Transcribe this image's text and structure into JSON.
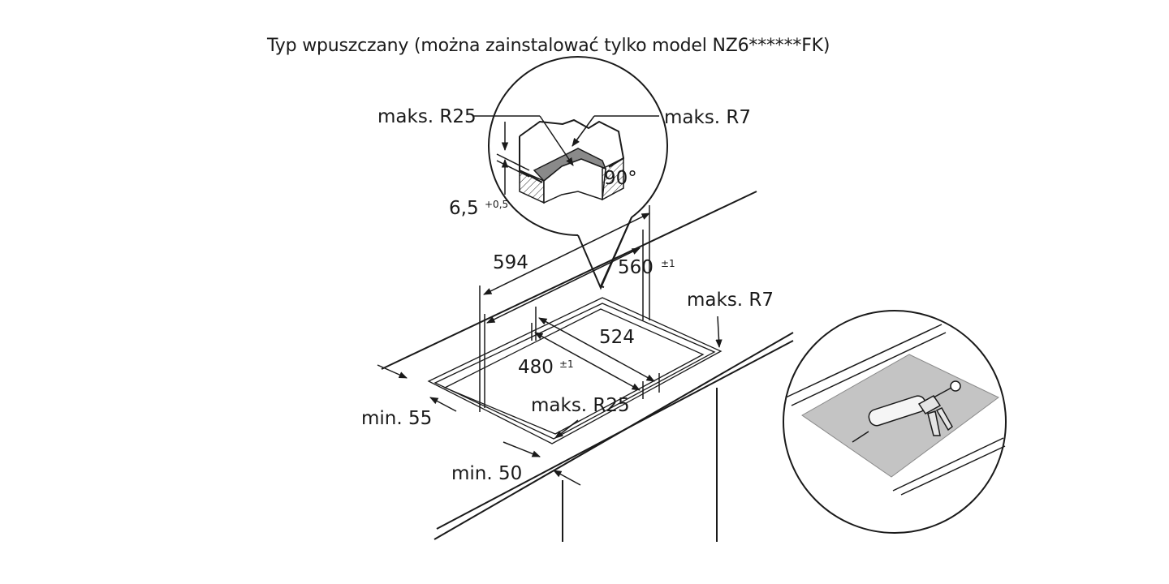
{
  "title": "Typ wpuszczany (można zainstalować tylko model NZ6******FK)",
  "labels": {
    "corner_r25_zoom": "maks. R25",
    "corner_r7_zoom": "maks. R7",
    "angle": "90°",
    "depth": "6,5",
    "depth_tol": "+0,5",
    "width_outer": "594",
    "depth_outer": "560",
    "depth_outer_tol": "±1",
    "width_inner": "524",
    "depth_inner": "480",
    "depth_inner_tol": "±1",
    "corner_r7": "maks. R7",
    "corner_r25": "maks. R25",
    "min_side": "min. 55",
    "min_front": "min. 50"
  }
}
